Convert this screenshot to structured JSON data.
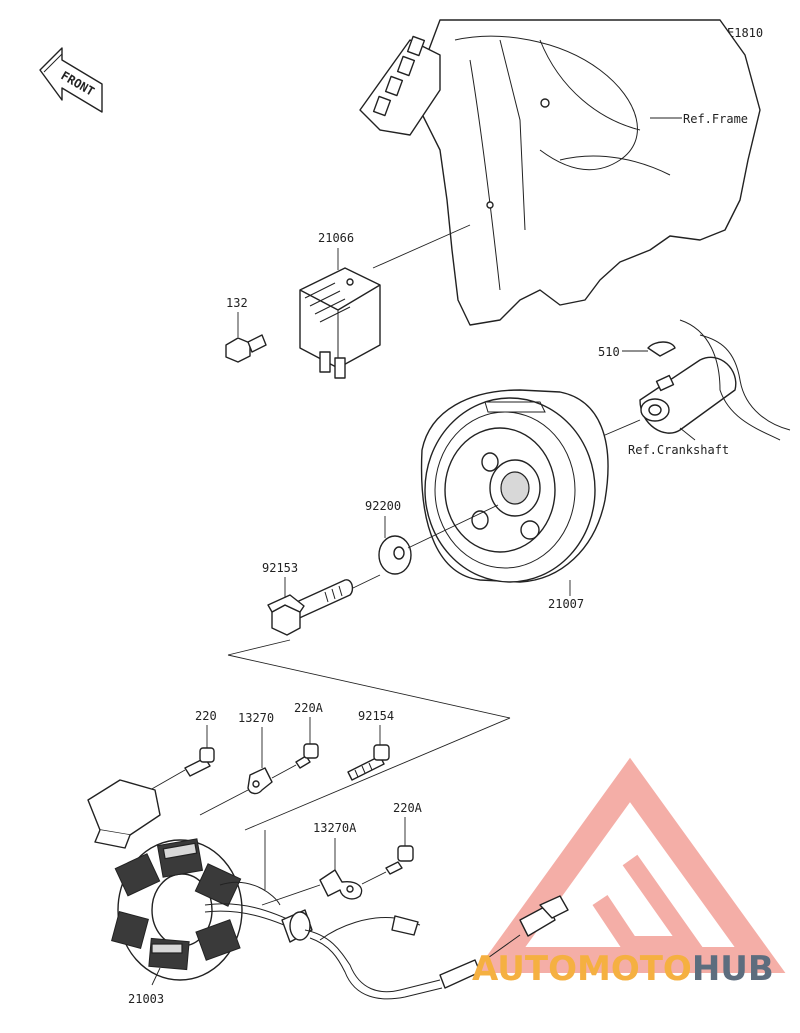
{
  "diagram_code": "E1810",
  "front_label": "FRONT",
  "ref_labels": {
    "frame": "Ref.Frame",
    "crankshaft": "Ref.Crankshaft"
  },
  "parts": {
    "p21066": "21066",
    "p132": "132",
    "p510": "510",
    "p92200": "92200",
    "p92153": "92153",
    "p21007": "21007",
    "p220": "220",
    "p13270": "13270",
    "p220A_top": "220A",
    "p92154": "92154",
    "p13270A": "13270A",
    "p220A_lower": "220A",
    "p21003": "21003"
  },
  "watermark": {
    "part1": "AUTO",
    "part2": "MOTO",
    "part3": "HUB",
    "color_orange": "#f5b041",
    "color_dark": "#5d6d7e",
    "color_red": "#f1948a"
  }
}
